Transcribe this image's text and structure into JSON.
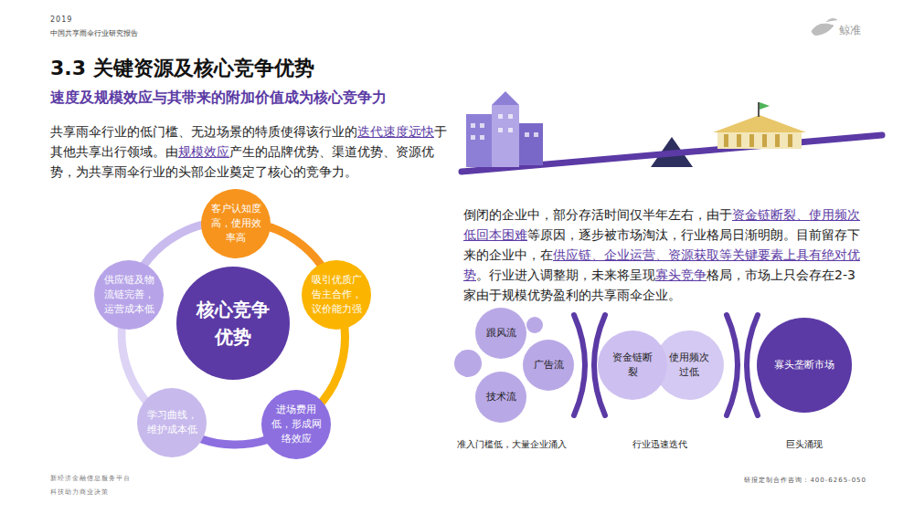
{
  "diagram": {
    "title": "3.3 关键资源及核心竞争优势",
    "nodes": [
      {
        "text": [
          "核心竞争优势"
        ]
      },
      {
        "text": [
          "客户认知度高，使用效率高"
        ]
      },
      {
        "text": [
          "吸引优质广告主合作，议价能力强"
        ]
      },
      {
        "text": [
          "进场费用低，形成网络效应"
        ]
      },
      {
        "text": [
          "学习曲线，维护成本低"
        ]
      },
      {
        "text": [
          "供应链及物流链完善，运营成本低"
        ]
      },
      {
        "text": [
          "跟风流"
        ]
      },
      {
        "text": [
          "广告流"
        ]
      },
      {
        "text": [
          "技术流"
        ]
      },
      {
        "text": [
          "资金链断裂"
        ]
      },
      {
        "text": [
          "使用频次过低"
        ]
      },
      {
        "text": [
          "寡头垄断市场"
        ]
      }
    ],
    "labels": [
      "2019",
      "中国共享雨伞行业研究报告",
      "鲸准",
      "速度及规模效应与其带来的附加价值成为核心竞争力",
      "共享雨伞行业的低门槛、无边场景的特质使得该行业的",
      "迭代速度远快",
      "于其他共享出行领域。由",
      "规模效应",
      "产生的品牌优势、渠道优势、资源优势，为共享雨伞行业的头部企业奠定了核心的竞争力。",
      "倒闭的企业中，部分存活时间仅半年左右，由于",
      "资金链断裂、使用频次低回本困难",
      "等原因，逐步被市场淘汰，行业格局日渐明朗。目前留存下来的企业中，在",
      "供应链、企业运营、资源获取等关键要素上具有绝对优势",
      "。行业进入调整期，未来将呈现",
      "寡头竞争",
      "格局，市场上只会存在2-3家由于规模优势盈利的共享雨伞企业。",
      "准入门槛低，大量企业涌入",
      "行业迅速迭代",
      "巨头涌现",
      "新经济金融信息服务平台",
      "科技助力商业决策",
      "研报定制合作咨询：400-6265-050"
    ]
  }
}
